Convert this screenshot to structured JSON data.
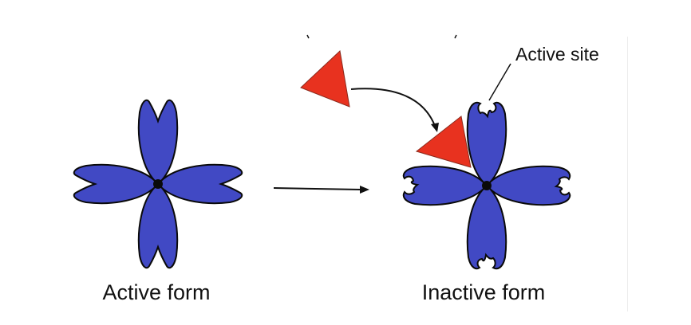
{
  "labels": {
    "active_form": "Active form",
    "inactive_form": "Inactive form",
    "active_site": "Active site"
  },
  "colors": {
    "subunit_fill": "#4149c4",
    "subunit_stroke": "#0a0a0a",
    "inhibitor_fill": "#e8321f",
    "inhibitor_stroke": "#8a2b1e",
    "arrow": "#111111",
    "background": "#ffffff"
  }
}
